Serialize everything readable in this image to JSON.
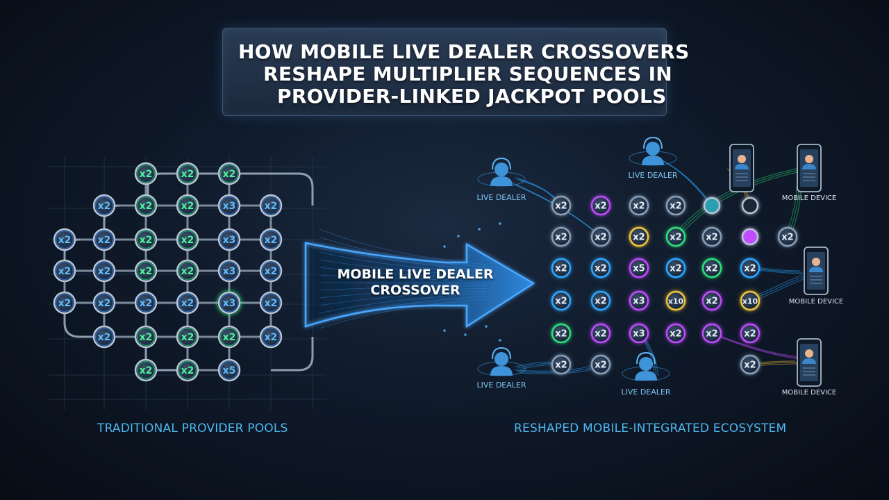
{
  "title": {
    "lines": [
      "HOW MOBILE LIVE DEALER CROSSOVERS",
      "RESHAPE MULTIPLIER SEQUENCES IN",
      "PROVIDER-LINKED JACKPOT POOLS"
    ]
  },
  "left_caption": "TRADITIONAL PROVIDER POOLS",
  "right_caption": "RESHAPED MOBILE-INTEGRATED ECOSYSTEM",
  "arrow_label": [
    "MOBILE LIVE DEALER",
    "CROSSOVER"
  ],
  "colors": {
    "accent_blue": "#4fb6ee",
    "node_green": "#2fe07a",
    "node_purple": "#c04bff",
    "node_yellow": "#f0c53a",
    "node_cyan": "#2fa8ff"
  },
  "traditional_grid": [
    [
      "",
      "",
      "x2",
      "x2",
      "x2",
      ""
    ],
    [
      "",
      "x2",
      "x2",
      "x2",
      "x3",
      "x2"
    ],
    [
      "x2",
      "x2",
      "x2",
      "x2",
      "x3",
      "x2"
    ],
    [
      "x2",
      "x2",
      "x2",
      "x2",
      "x3",
      "x2"
    ],
    [
      "x2",
      "x2",
      "x2",
      "x2",
      "x3",
      "x2"
    ],
    [
      "",
      "x2",
      "x2",
      "x2",
      "x2",
      "x2"
    ],
    [
      "",
      "",
      "x2",
      "x2",
      "x5",
      ""
    ]
  ],
  "reshaped_grid": [
    [
      "x2",
      "x2",
      "x2",
      "x2",
      "",
      ""
    ],
    [
      "x2",
      "x2",
      "x2",
      "x2",
      "x2",
      "",
      "x2"
    ],
    [
      "x2",
      "x2",
      "x5",
      "x2",
      "x2",
      "x2"
    ],
    [
      "x2",
      "x2",
      "x3",
      "x10",
      "x2",
      "x10"
    ],
    [
      "x2",
      "x2",
      "x3",
      "x2",
      "x2",
      "x2"
    ],
    [
      "x2",
      "x2",
      "",
      "",
      "",
      "x2"
    ]
  ],
  "live_dealers": [
    "LIVE DEALER",
    "LIVE DEALER",
    "LIVE DEALER",
    "LIVE DEALER"
  ],
  "mobile_devices": [
    "MOBILE DEVICE",
    "MOBILE DEVICE",
    "MOBILE DEVICE"
  ]
}
